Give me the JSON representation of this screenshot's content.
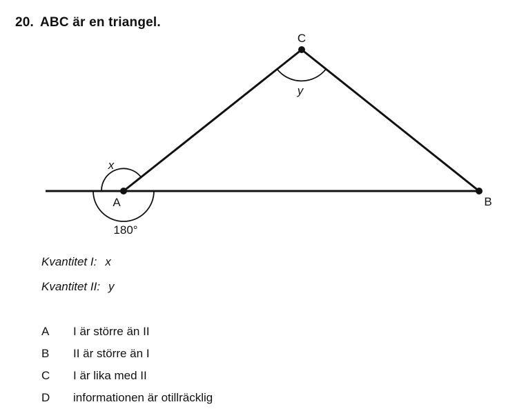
{
  "question": {
    "number": "20.",
    "text": "ABC är en triangel."
  },
  "diagram": {
    "labels": {
      "A": "A",
      "B": "B",
      "C": "C",
      "x": "x",
      "y": "y",
      "straight_angle": "180°"
    }
  },
  "quantities": [
    {
      "label": "Kvantitet I:",
      "value": "x"
    },
    {
      "label": "Kvantitet II:",
      "value": "y"
    }
  ],
  "options": [
    {
      "letter": "A",
      "text": "I är större än II"
    },
    {
      "letter": "B",
      "text": "II är större än I"
    },
    {
      "letter": "C",
      "text": "I är lika med II"
    },
    {
      "letter": "D",
      "text": "informationen är otillräcklig"
    }
  ]
}
